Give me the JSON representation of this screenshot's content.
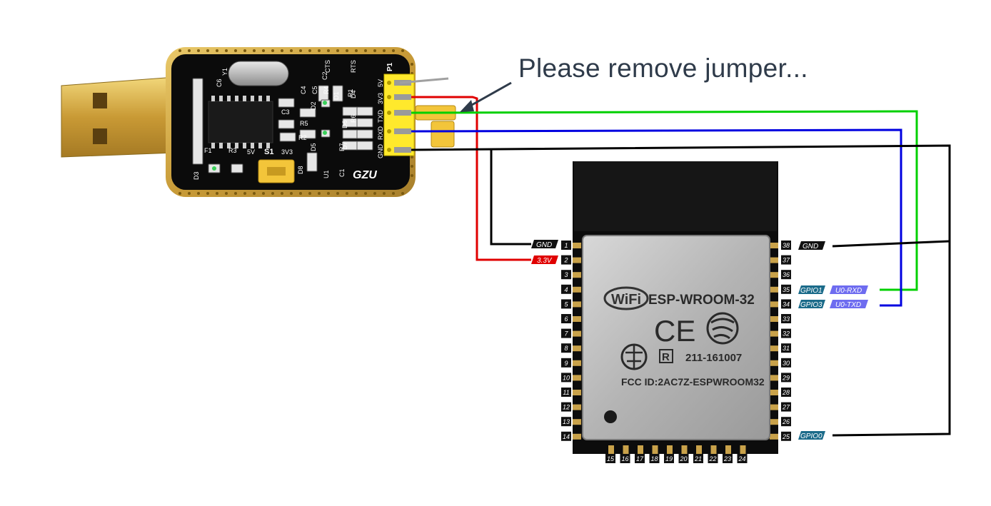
{
  "caption": "Please remove jumper...",
  "usb_adapter": {
    "board_marks": [
      "GZU",
      "P1",
      "RTS",
      "CTS",
      "5V",
      "3V3",
      "TXD",
      "RXD",
      "GND",
      "S1",
      "5V",
      "3V3",
      "C1",
      "C2",
      "C3",
      "C4",
      "C5",
      "C6",
      "R1",
      "R2",
      "R3",
      "R4",
      "R5",
      "R6",
      "R7",
      "D1",
      "D2",
      "D3",
      "D4",
      "D5",
      "D6",
      "D7",
      "D8",
      "Y1",
      "F1",
      "U1"
    ]
  },
  "module": {
    "name": "ESP-WROOM-32",
    "wifi": "WiFi",
    "ce": "CE",
    "r_mark": "R",
    "cert": "211-161007",
    "fcc": "FCC ID:2AC7Z-ESPWROOM32"
  },
  "pins": {
    "left": [
      "1",
      "2",
      "3",
      "4",
      "5",
      "6",
      "7",
      "8",
      "9",
      "10",
      "11",
      "12",
      "13",
      "14"
    ],
    "right": [
      "38",
      "37",
      "36",
      "35",
      "34",
      "33",
      "32",
      "31",
      "30",
      "29",
      "28",
      "27",
      "26",
      "25"
    ],
    "bottom": [
      "15",
      "16",
      "17",
      "18",
      "19",
      "20",
      "21",
      "22",
      "23",
      "24"
    ]
  },
  "labels": {
    "gnd_left": "GND",
    "v33": "3.3V",
    "gnd_right": "GND",
    "gpio1": "GPIO1",
    "gpio3": "GPIO3",
    "u0rxd": "U0-RXD",
    "u0txd": "U0-TXD",
    "gpio0": "GPIO0"
  },
  "colors": {
    "pcb": "#0b0b0b",
    "gold": "#c9a24a",
    "wire_red": "#e00000",
    "wire_green": "#00d000",
    "wire_blue": "#0000e0",
    "wire_black": "#000000",
    "gpio_tag": "#1b6b8a",
    "uart_tag": "#6e6cf0"
  }
}
